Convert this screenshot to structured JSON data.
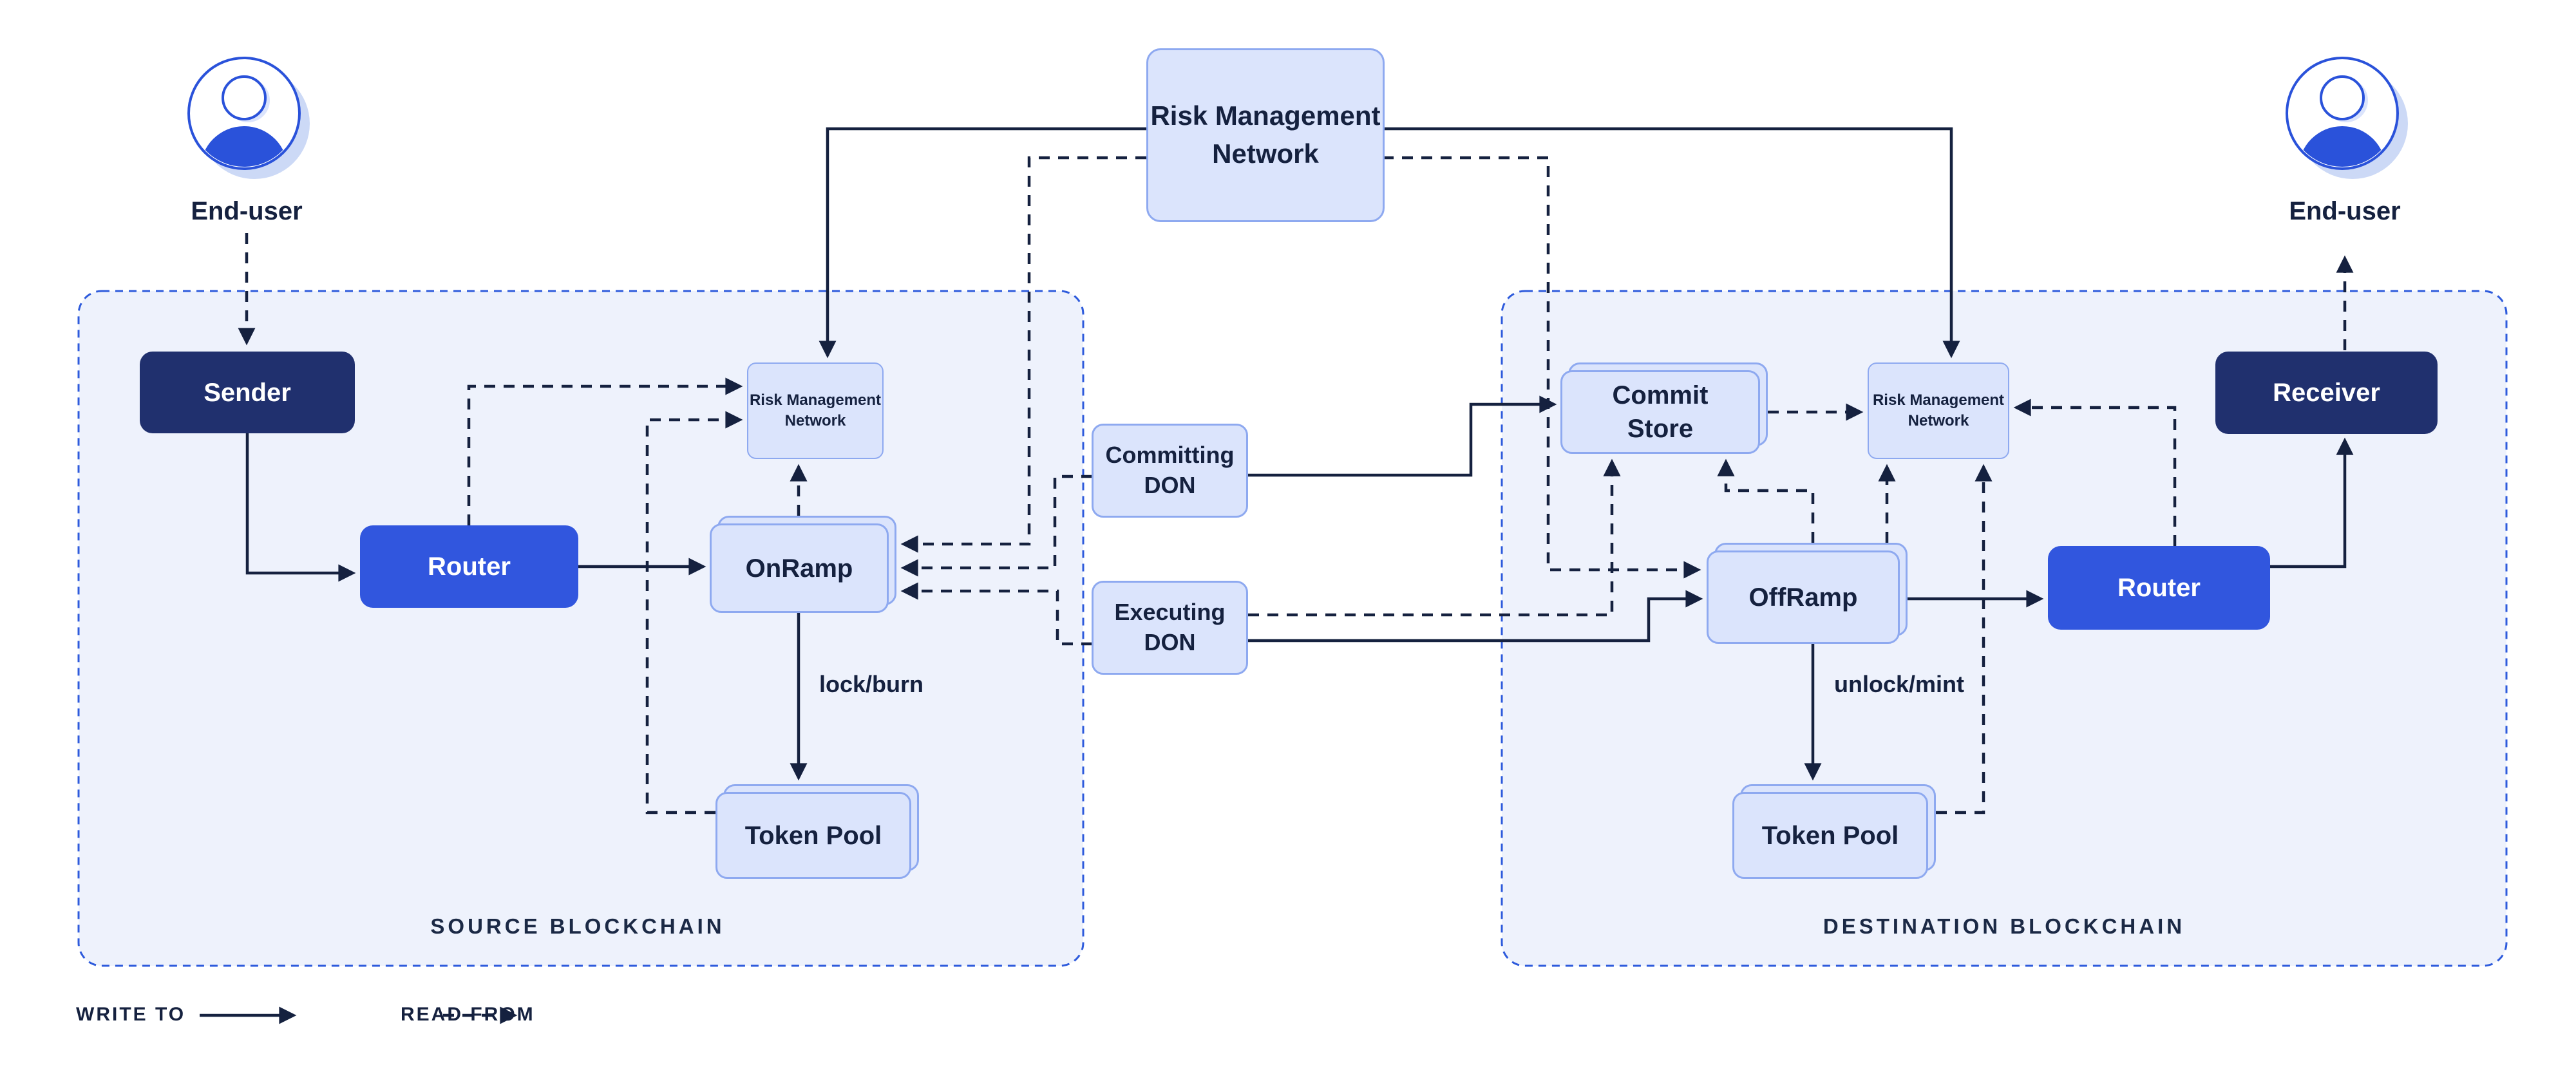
{
  "diagram": {
    "risk_management_network": "Risk Management\nNetwork",
    "source": {
      "title": "SOURCE BLOCKCHAIN",
      "end_user_label": "End-user",
      "sender": "Sender",
      "router": "Router",
      "rmn": "Risk Management\nNetwork",
      "onramp": "OnRamp",
      "token_pool": "Token Pool",
      "token_op": "lock/burn"
    },
    "offchain": {
      "committing_don": "Committing\nDON",
      "executing_don": "Executing\nDON"
    },
    "destination": {
      "title": "DESTINATION BLOCKCHAIN",
      "end_user_label": "End-user",
      "commit_store": "Commit\nStore",
      "rmn": "Risk Management\nNetwork",
      "offramp": "OffRamp",
      "router": "Router",
      "receiver": "Receiver",
      "token_pool": "Token Pool",
      "token_op": "unlock/mint"
    },
    "legend": {
      "write_to": "WRITE TO",
      "read_from": "READ FROM"
    },
    "colors": {
      "background": "#ffffff",
      "chain_fill": "#eef2fc",
      "chain_border": "#2e5bdc",
      "node_fill": "#dbe4fc",
      "node_border": "#8ea9f0",
      "contract_dark": "#20306e",
      "router_blue": "#3156de",
      "line": "#15213f",
      "avatar_blue": "#2a52da",
      "avatar_shadow": "#ccd9f6"
    }
  }
}
